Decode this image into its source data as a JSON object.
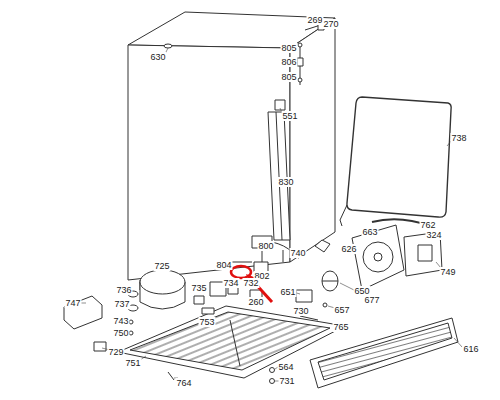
{
  "diagram": {
    "labels": [
      "269",
      "270",
      "630",
      "805",
      "806",
      "805",
      "551",
      "738",
      "830",
      "762",
      "324",
      "663",
      "749",
      "677",
      "626",
      "800",
      "740",
      "804",
      "802",
      "650",
      "734",
      "732",
      "651",
      "657",
      "735",
      "260",
      "730",
      "765",
      "725",
      "736",
      "747",
      "737",
      "743",
      "750",
      "753",
      "729",
      "751",
      "616",
      "564",
      "764",
      "731"
    ]
  }
}
